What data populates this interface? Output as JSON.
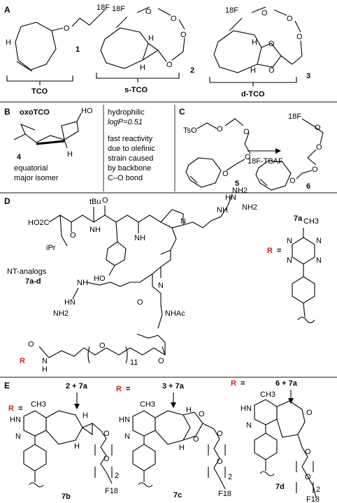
{
  "panels": {
    "A": {
      "letter": "A",
      "tco": "TCO",
      "stco": "s-TCO",
      "dtco": "d-TCO",
      "c1": "1",
      "c2": "2",
      "c3": "3",
      "f18": "18F",
      "o": "O",
      "h": "H"
    },
    "B": {
      "letter": "B",
      "title": "oxoTCO",
      "c4": "4",
      "ho": "HO",
      "h": "H",
      "eq1": "equatorial",
      "eq2": "major isomer",
      "hydro": "hydrophilic",
      "logp": "logP=0.51",
      "r1": "fast reactivity",
      "r2": "due to olefinic",
      "r3": "strain caused",
      "r4": "by backbone",
      "r5": "C–O bond"
    },
    "C": {
      "letter": "C",
      "ts": "TsO",
      "reagent": "18F-TBAF",
      "f18": "18F",
      "c5": "5",
      "c6": "6",
      "o": "O"
    },
    "D": {
      "letter": "D",
      "ho2c": "HO2C",
      "tbu": "tBu",
      "ipr": "iPr",
      "nh": "NH",
      "hn": "HN",
      "n": "N",
      "o": "O",
      "h": "H",
      "ho": "HO",
      "nh2": "NH2",
      "nhac": "NHAc",
      "r": "R",
      "sub11": "11",
      "ntanalogs": "NT-analogs",
      "range": "7a-d",
      "c7a": "7a",
      "req": "=",
      "ch3": "CH3"
    },
    "E": {
      "letter": "E",
      "r": "R",
      "req": "=",
      "l1": "2 + 7a",
      "l2": "3 + 7a",
      "l3": "6 + 7a",
      "c7b": "7b",
      "c7c": "7c",
      "c7d": "7d",
      "ch3": "CH3",
      "hn": "HN",
      "n": "N",
      "h": "H",
      "o": "O",
      "two": "2",
      "f18": "F18"
    }
  }
}
